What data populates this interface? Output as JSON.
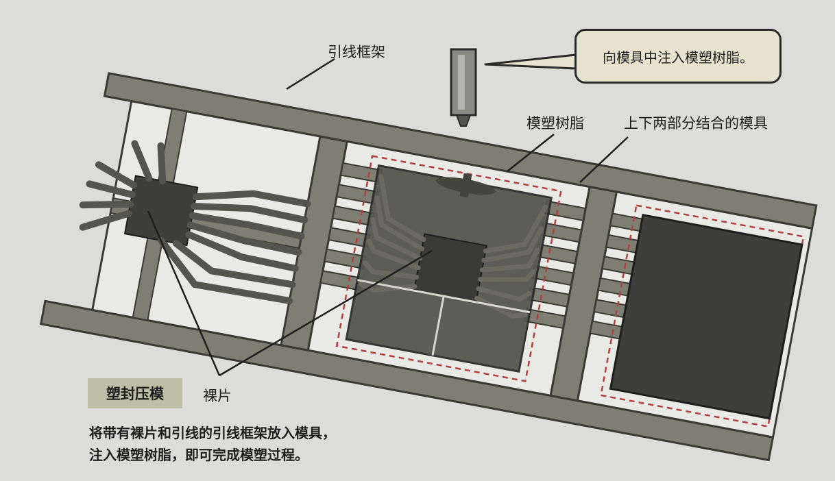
{
  "labels": {
    "lead_frame": "引线框架",
    "callout": "向模具中注入模塑树脂。",
    "molding_resin": "模塑树脂",
    "mold_halves": "上下两部分结合的模具",
    "bare_die": "裸片"
  },
  "caption": {
    "tag": "塑封压模",
    "line1": "将带有裸片和引线的引线框架放入模具，",
    "line2": "注入模塑树脂，即可完成模塑过程。"
  },
  "colors": {
    "background": "#dcdcd8",
    "frame": "#7e7e72",
    "frame_edge": "#3a3a34",
    "die": "#3e3e3a",
    "mold": "#55554f",
    "cavity_dashes": "#b04040",
    "callout_fill": "#e6e4cf",
    "tag_fill": "#bcbfa6"
  }
}
